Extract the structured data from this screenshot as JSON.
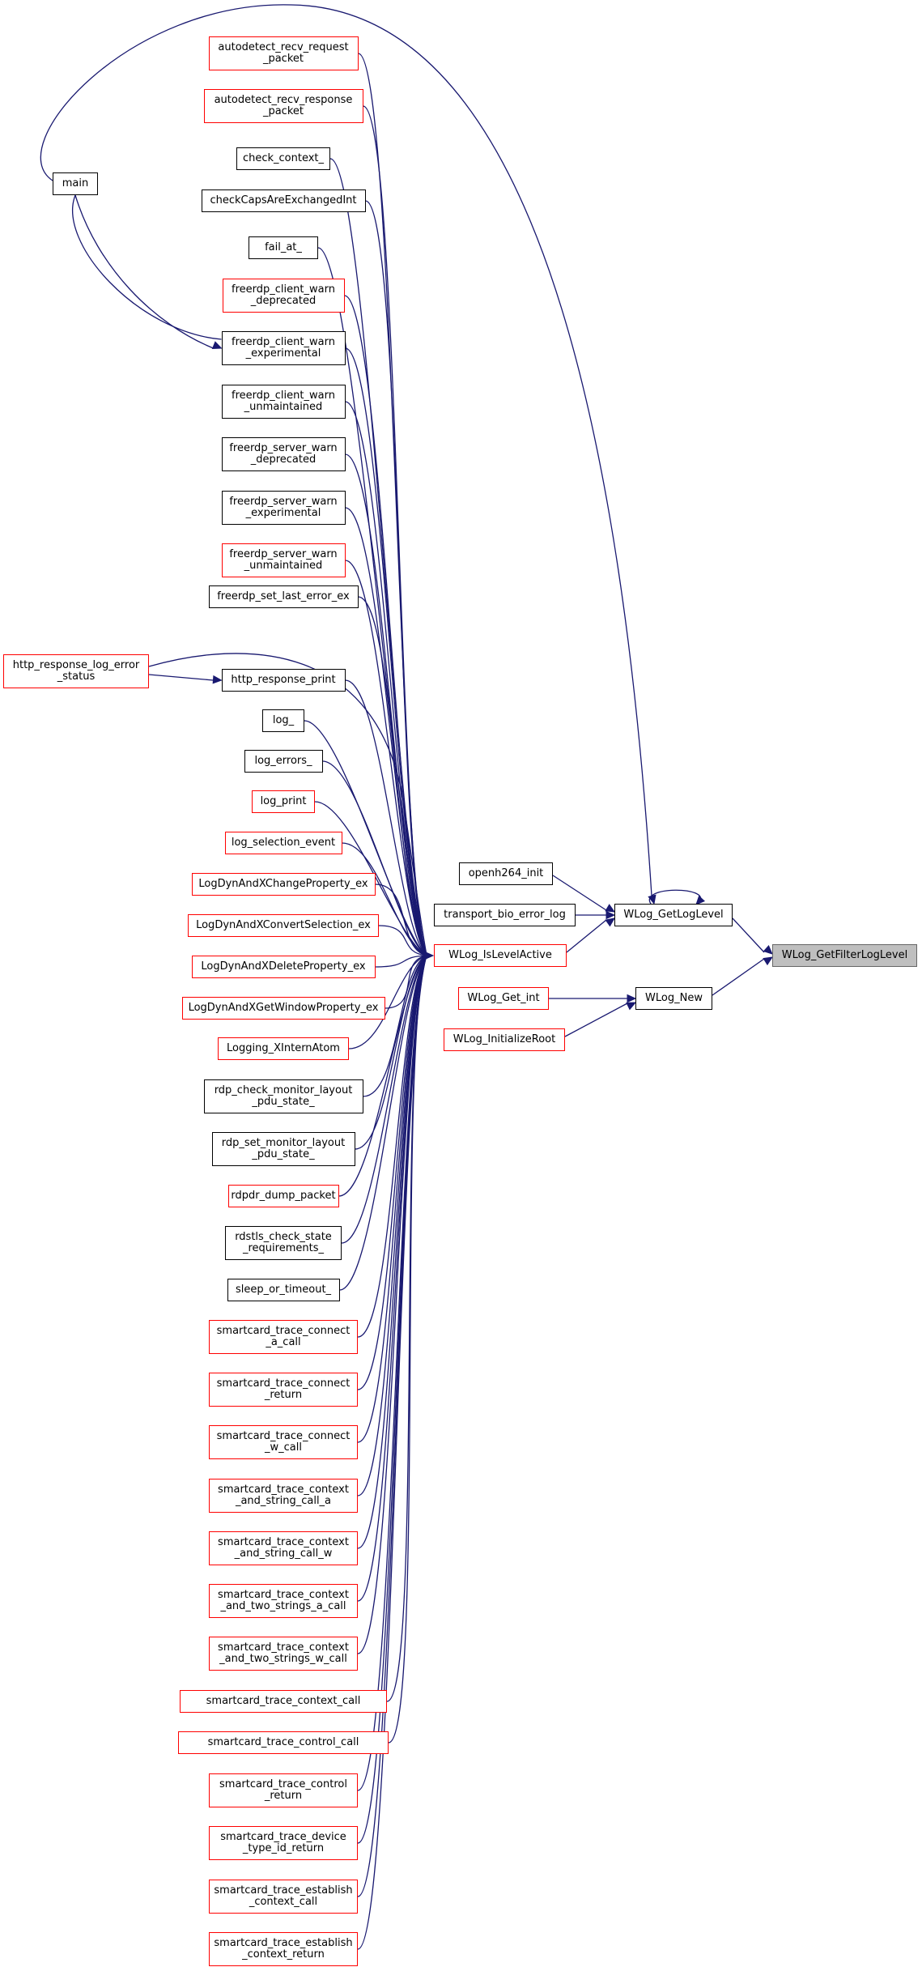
{
  "graph": {
    "target": "WLog_GetFilterLogLevel",
    "edge_color": "#191970",
    "node_border_colors": {
      "normal": "#000000",
      "incomplete": "#ff0000",
      "target": "#666666"
    },
    "target_fill": "#bfbfbf",
    "nodes": {
      "target": "WLog_GetFilterLogLevel",
      "get_log_level": "WLog_GetLogLevel",
      "log_new": "WLog_New",
      "is_level_active": "WLog_IsLevelActive",
      "openh264_init": "openh264_init",
      "transport_bio_error_log": "transport_bio_error_log",
      "wlog_get_int": "WLog_Get_int",
      "wlog_initialize_root": "WLog_InitializeRoot",
      "main": "main",
      "http_response_log_error_status": "http_response_log_error\n_status",
      "c00": "autodetect_recv_request\n_packet",
      "c01": "autodetect_recv_response\n_packet",
      "c02": "check_context_",
      "c03": "checkCapsAreExchangedInt",
      "c04": "fail_at_",
      "c05": "freerdp_client_warn\n_deprecated",
      "c06": "freerdp_client_warn\n_experimental",
      "c07": "freerdp_client_warn\n_unmaintained",
      "c08": "freerdp_server_warn\n_deprecated",
      "c09": "freerdp_server_warn\n_experimental",
      "c10": "freerdp_server_warn\n_unmaintained",
      "c11": "freerdp_set_last_error_ex",
      "c12": "http_response_print",
      "c13": "log_",
      "c14": "log_errors_",
      "c15": "log_print",
      "c16": "log_selection_event",
      "c17": "LogDynAndXChangeProperty_ex",
      "c18": "LogDynAndXConvertSelection_ex",
      "c19": "LogDynAndXDeleteProperty_ex",
      "c20": "LogDynAndXGetWindowProperty_ex",
      "c21": "Logging_XInternAtom",
      "c22": "rdp_check_monitor_layout\n_pdu_state_",
      "c23": "rdp_set_monitor_layout\n_pdu_state_",
      "c24": "rdpdr_dump_packet",
      "c25": "rdstls_check_state\n_requirements_",
      "c26": "sleep_or_timeout_",
      "c27": "smartcard_trace_connect\n_a_call",
      "c28": "smartcard_trace_connect\n_return",
      "c29": "smartcard_trace_connect\n_w_call",
      "c30": "smartcard_trace_context\n_and_string_call_a",
      "c31": "smartcard_trace_context\n_and_string_call_w",
      "c32": "smartcard_trace_context\n_and_two_strings_a_call",
      "c33": "smartcard_trace_context\n_and_two_strings_w_call",
      "c34": "smartcard_trace_context_call",
      "c35": "smartcard_trace_control_call",
      "c36": "smartcard_trace_control\n_return",
      "c37": "smartcard_trace_device\n_type_id_return",
      "c38": "smartcard_trace_establish\n_context_call",
      "c39": "smartcard_trace_establish\n_context_return"
    }
  }
}
